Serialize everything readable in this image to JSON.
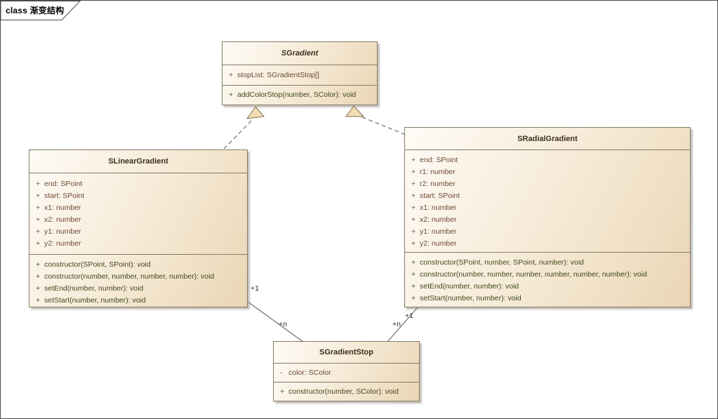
{
  "frame": {
    "label": "class 渐变结构"
  },
  "palette": {
    "box_fill_light": "#FEFBF6",
    "box_fill_dark": "#EAD6B5",
    "box_border": "#847B68",
    "title_text": "#3C301B",
    "attribute_text": "#6B4A33",
    "method_text": "#3E481B",
    "connector": "#6F6F68",
    "arrowhead_fill": "#F1DDB4"
  },
  "classes": [
    {
      "name": "SGradient",
      "abstract": true,
      "attributes": [
        {
          "vis": "+",
          "text": "stopList: SGradientStop[]"
        }
      ],
      "methods": [
        {
          "vis": "+",
          "text": "addColorStop(number, SColor): void"
        }
      ]
    },
    {
      "name": "SLinearGradient",
      "abstract": false,
      "attributes": [
        {
          "vis": "+",
          "text": "end: SPoint"
        },
        {
          "vis": "+",
          "text": "start: SPoint"
        },
        {
          "vis": "+",
          "text": "x1: number"
        },
        {
          "vis": "+",
          "text": "x2: number"
        },
        {
          "vis": "+",
          "text": "y1: number"
        },
        {
          "vis": "+",
          "text": "y2: number"
        }
      ],
      "methods": [
        {
          "vis": "+",
          "text": "constructor(SPoint, SPoint): void"
        },
        {
          "vis": "+",
          "text": "constructor(number, number, number, number): void"
        },
        {
          "vis": "+",
          "text": "setEnd(number, number): void"
        },
        {
          "vis": "+",
          "text": "setStart(number, number): void"
        }
      ]
    },
    {
      "name": "SRadialGradient",
      "abstract": false,
      "attributes": [
        {
          "vis": "+",
          "text": "end: SPoint"
        },
        {
          "vis": "+",
          "text": "r1: number"
        },
        {
          "vis": "+",
          "text": "r2: number"
        },
        {
          "vis": "+",
          "text": "start: SPoint"
        },
        {
          "vis": "+",
          "text": "x1: number"
        },
        {
          "vis": "+",
          "text": "x2: number"
        },
        {
          "vis": "+",
          "text": "y1: number"
        },
        {
          "vis": "+",
          "text": "y2: number"
        }
      ],
      "methods": [
        {
          "vis": "+",
          "text": "constructor(SPoint, number, SPoint, number): void"
        },
        {
          "vis": "+",
          "text": "constructor(number, number, number, number, number, number): void"
        },
        {
          "vis": "+",
          "text": "setEnd(number, number): void"
        },
        {
          "vis": "+",
          "text": "setStart(number, number): void"
        }
      ]
    },
    {
      "name": "SGradientStop",
      "abstract": false,
      "attributes": [
        {
          "vis": "-",
          "text": "color: SColor"
        }
      ],
      "methods": [
        {
          "vis": "+",
          "text": "constructor(number, SColor): void"
        }
      ]
    }
  ],
  "relations": {
    "generalizations": [
      {
        "from": "SLinearGradient",
        "to": "SGradient"
      },
      {
        "from": "SRadialGradient",
        "to": "SGradient"
      }
    ],
    "associations": [
      {
        "from": "SLinearGradient",
        "to": "SGradientStop",
        "from_label": "+1",
        "to_label": "+n"
      },
      {
        "from": "SRadialGradient",
        "to": "SGradientStop",
        "from_label": "+1",
        "to_label": "+n"
      }
    ]
  }
}
